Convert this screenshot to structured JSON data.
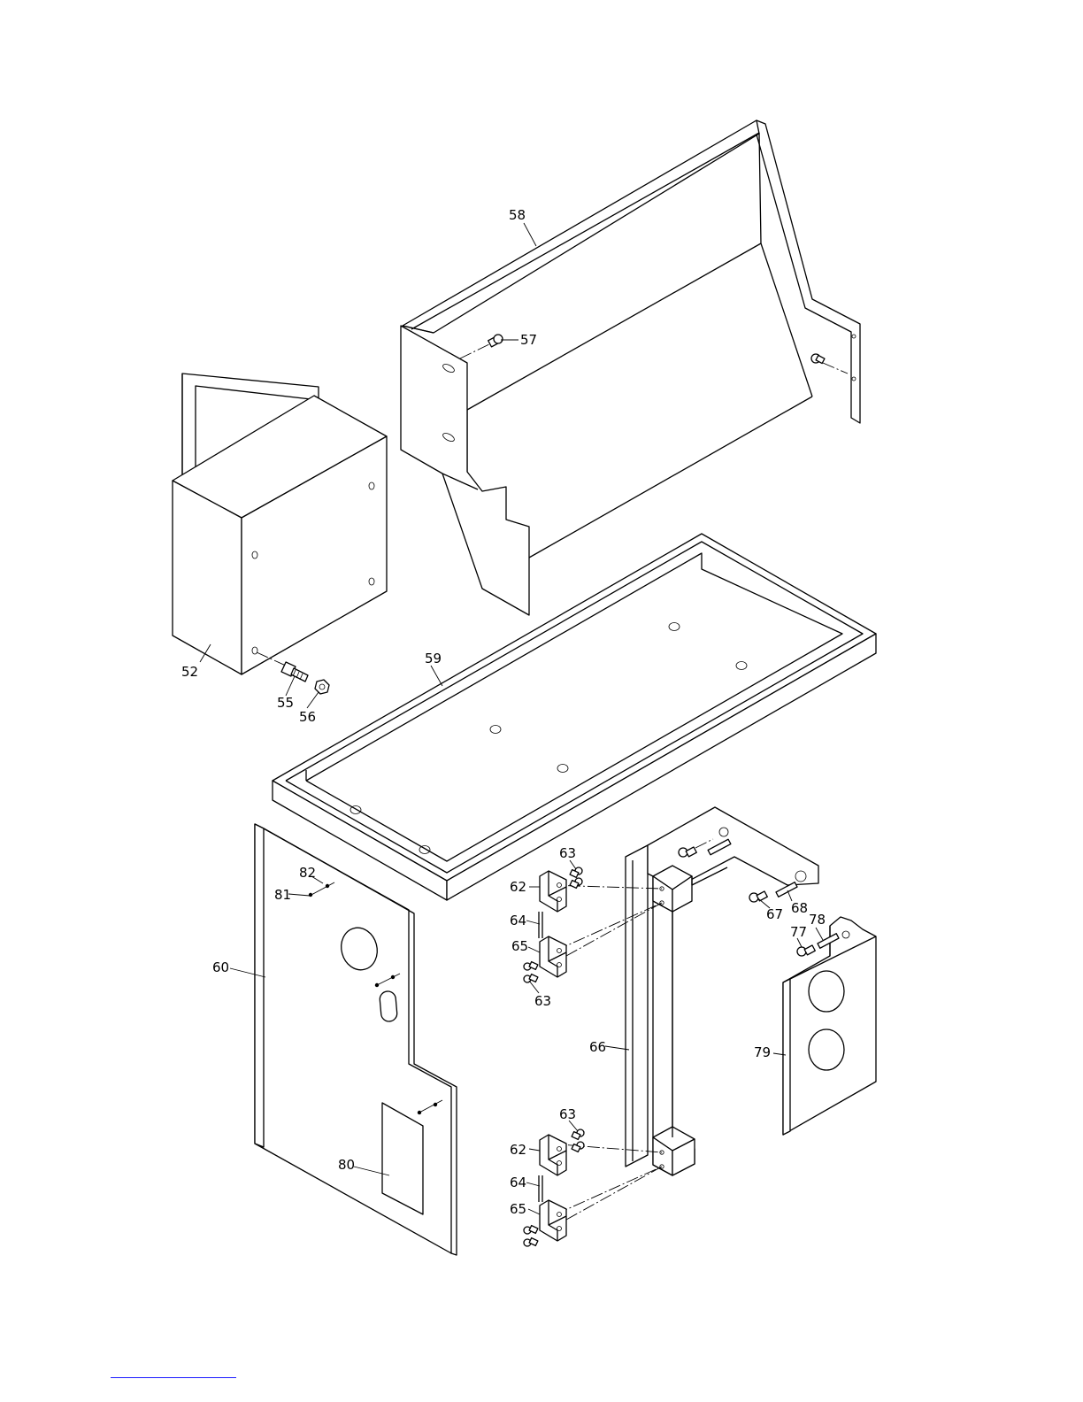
{
  "diagram": {
    "type": "exploded parts view",
    "callouts": {
      "p52": "52",
      "p55": "55",
      "p56": "56",
      "p57": "57",
      "p58": "58",
      "p59": "59",
      "p60": "60",
      "p62a": "62",
      "p62b": "62",
      "p63a": "63",
      "p63b": "63",
      "p63c": "63",
      "p64a": "64",
      "p64b": "64",
      "p65a": "65",
      "p65b": "65",
      "p66": "66",
      "p67": "67",
      "p68": "68",
      "p77": "77",
      "p78": "78",
      "p79": "79",
      "p80": "80",
      "p81": "81",
      "p82": "82"
    }
  }
}
